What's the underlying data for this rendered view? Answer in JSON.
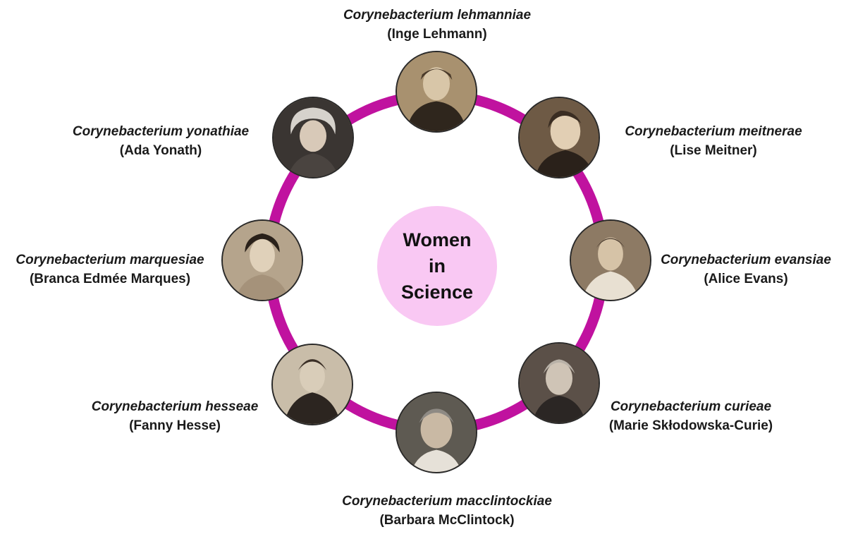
{
  "center": {
    "label": "Women\nin\nScience",
    "fill_color": "#f9c8f3"
  },
  "ring_color": "#c0129f",
  "nodes": [
    {
      "species": "Corynebacterium lehmanniae",
      "person": "(Inge Lehmann)",
      "photo": "portrait-photo"
    },
    {
      "species": "Corynebacterium meitnerae",
      "person": "(Lise Meitner)",
      "photo": "portrait-photo"
    },
    {
      "species": "Corynebacterium evansiae",
      "person": "(Alice Evans)",
      "photo": "portrait-photo"
    },
    {
      "species": "Corynebacterium curieae",
      "person": "(Marie Skłodowska-Curie)",
      "photo": "portrait-photo"
    },
    {
      "species": "Corynebacterium macclintockiae",
      "person": "(Barbara McClintock)",
      "photo": "portrait-photo"
    },
    {
      "species": "Corynebacterium hesseae",
      "person": "(Fanny Hesse)",
      "photo": "portrait-photo"
    },
    {
      "species": "Corynebacterium marquesiae",
      "person": "(Branca Edmée Marques)",
      "photo": "portrait-photo"
    },
    {
      "species": "Corynebacterium yonathiae",
      "person": "(Ada Yonath)",
      "photo": "portrait-photo"
    }
  ]
}
